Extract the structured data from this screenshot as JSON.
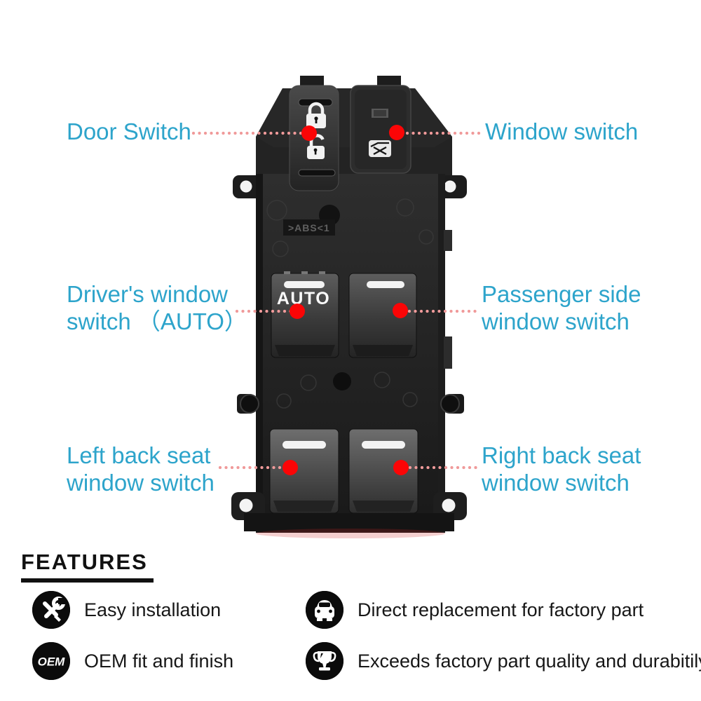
{
  "colors": {
    "label_blue": "#2da4cb",
    "line_pink": "#f09a9a",
    "dot_red": "#fb0506",
    "feature_text": "#171717",
    "icon_bg": "#0b0b0b"
  },
  "callouts": {
    "door": {
      "line1": "Door Switch",
      "line2": ""
    },
    "window": {
      "line1": "Window switch",
      "line2": ""
    },
    "driver": {
      "line1": "Driver's window",
      "line2": "switch （AUTO）"
    },
    "passenger": {
      "line1": "Passenger side",
      "line2": "window switch"
    },
    "left_back": {
      "line1": "Left back seat",
      "line2": "window switch"
    },
    "right_back": {
      "line1": "Right back seat",
      "line2": "window switch"
    }
  },
  "product": {
    "marking": ">ABS<1",
    "auto_label": "AUTO"
  },
  "features": {
    "heading": "FEATURES",
    "items": [
      {
        "icon": "tools-icon",
        "text": "Easy installation"
      },
      {
        "icon": "car-icon",
        "text": "Direct replacement for factory part"
      },
      {
        "icon": "oem-icon",
        "text": "OEM fit and finish",
        "badge": "OEM"
      },
      {
        "icon": "trophy-icon",
        "text": "Exceeds factory part quality and durabitily"
      }
    ]
  }
}
